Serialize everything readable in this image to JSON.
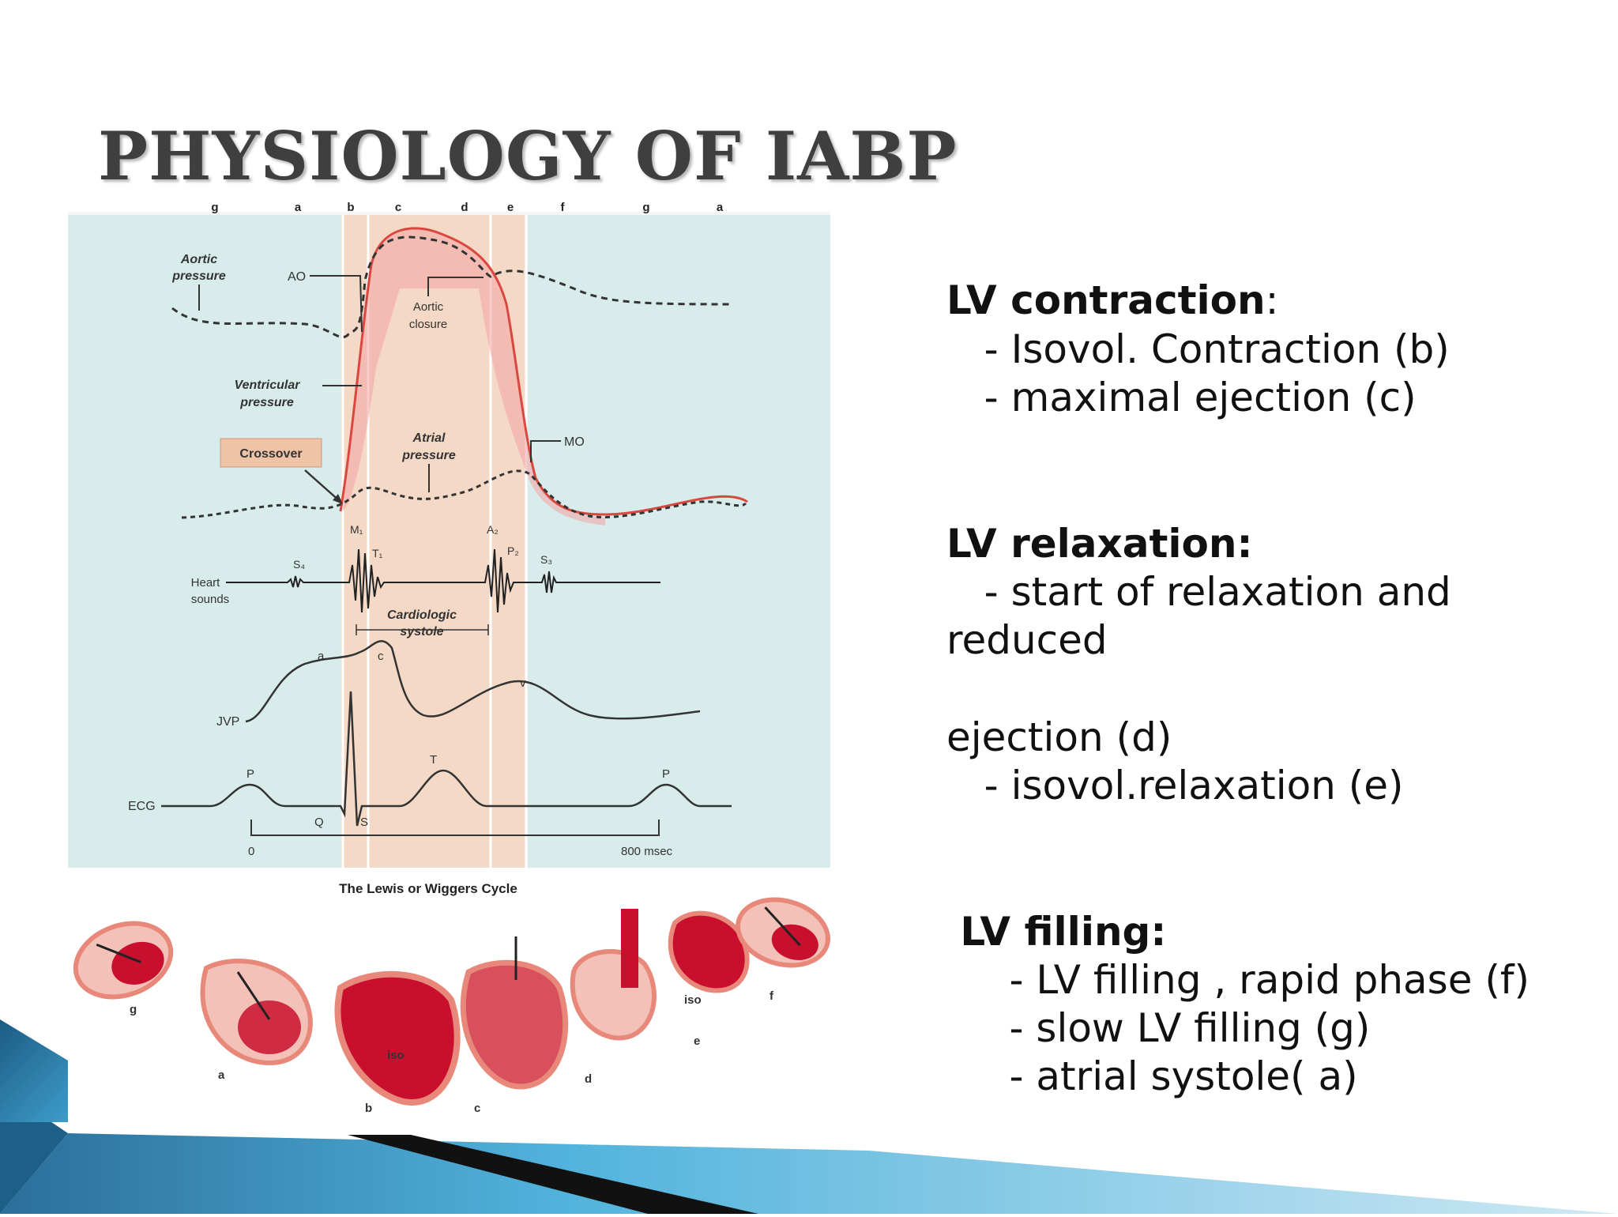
{
  "slide": {
    "title": "PHYSIOLOGY OF IABP"
  },
  "diagram": {
    "phase_letters": [
      "g",
      "a",
      "b",
      "c",
      "d",
      "e",
      "f",
      "g",
      "a"
    ],
    "labels": {
      "aortic_pressure_1": "Aortic",
      "aortic_pressure_2": "pressure",
      "ao": "AO",
      "aortic_closure_1": "Aortic",
      "aortic_closure_2": "closure",
      "ventricular_pressure_1": "Ventricular",
      "ventricular_pressure_2": "pressure",
      "crossover": "Crossover",
      "atrial_pressure_1": "Atrial",
      "atrial_pressure_2": "pressure",
      "mo": "MO",
      "m1": "M₁",
      "t1": "T₁",
      "a2": "A₂",
      "p2": "P₂",
      "s4": "S₄",
      "s3": "S₃",
      "heart_sounds_1": "Heart",
      "heart_sounds_2": "sounds",
      "cardiologic_systole_1": "Cardiologic",
      "cardiologic_systole_2": "systole",
      "jvp_a": "a",
      "jvp_c": "c",
      "jvp_v": "v",
      "jvp": "JVP",
      "ecg": "ECG",
      "ecg_p1": "P",
      "ecg_t": "T",
      "ecg_p2": "P",
      "ecg_q": "Q",
      "ecg_s": "S",
      "time_zero": "0",
      "time_end": "800 msec",
      "caption": "The Lewis or Wiggers Cycle"
    },
    "heart_labels": [
      "g",
      "a",
      "iso",
      "b",
      "c",
      "d",
      "e",
      "iso",
      "f"
    ],
    "colors": {
      "panel_bg": "#d9ecec",
      "systole_band": "#f4d9c6",
      "ventricular_curve": "#d9473f",
      "heart_red": "#c8102e",
      "heart_outline": "#e8887a"
    }
  },
  "text_panel": {
    "lv_contraction_head": "LV contraction",
    "lv_contraction_colon": ":",
    "lv_contraction_items": [
      "   - Isovol. Contraction (b)",
      "   - maximal ejection (c)"
    ],
    "lv_relaxation_head": "LV relaxation:",
    "lv_relaxation_lines": [
      "   - start of relaxation and",
      "reduced",
      "ejection (d)",
      "   - isovol.relaxation (e)"
    ],
    "lv_filling_head": " LV filling:",
    "lv_filling_items": [
      "     - LV filling , rapid phase (f)",
      "     - slow LV filling (g)",
      "     - atrial systole( a)"
    ]
  }
}
